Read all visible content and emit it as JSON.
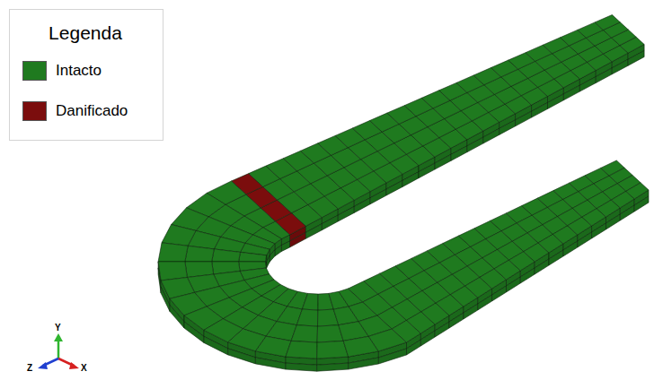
{
  "diagram": {
    "labels": [
      "Legenda",
      "Y",
      "Z",
      "X"
    ],
    "legend": [
      {
        "text": "Intacto",
        "color": "#1f7a1f"
      },
      {
        "text": "Danificado",
        "color": "#7b0d0d"
      }
    ]
  }
}
